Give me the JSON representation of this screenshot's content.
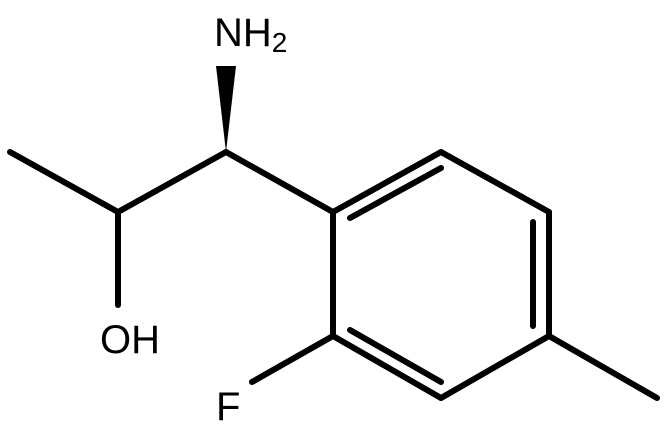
{
  "diagram": {
    "type": "chemical-structure",
    "atoms": {
      "amine": {
        "symbol": "NH",
        "subscript": "2"
      },
      "hydroxyl": {
        "symbol": "OH"
      },
      "fluorine": {
        "symbol": "F"
      }
    },
    "colors": {
      "ink": "#000000",
      "background": "#ffffff"
    }
  }
}
